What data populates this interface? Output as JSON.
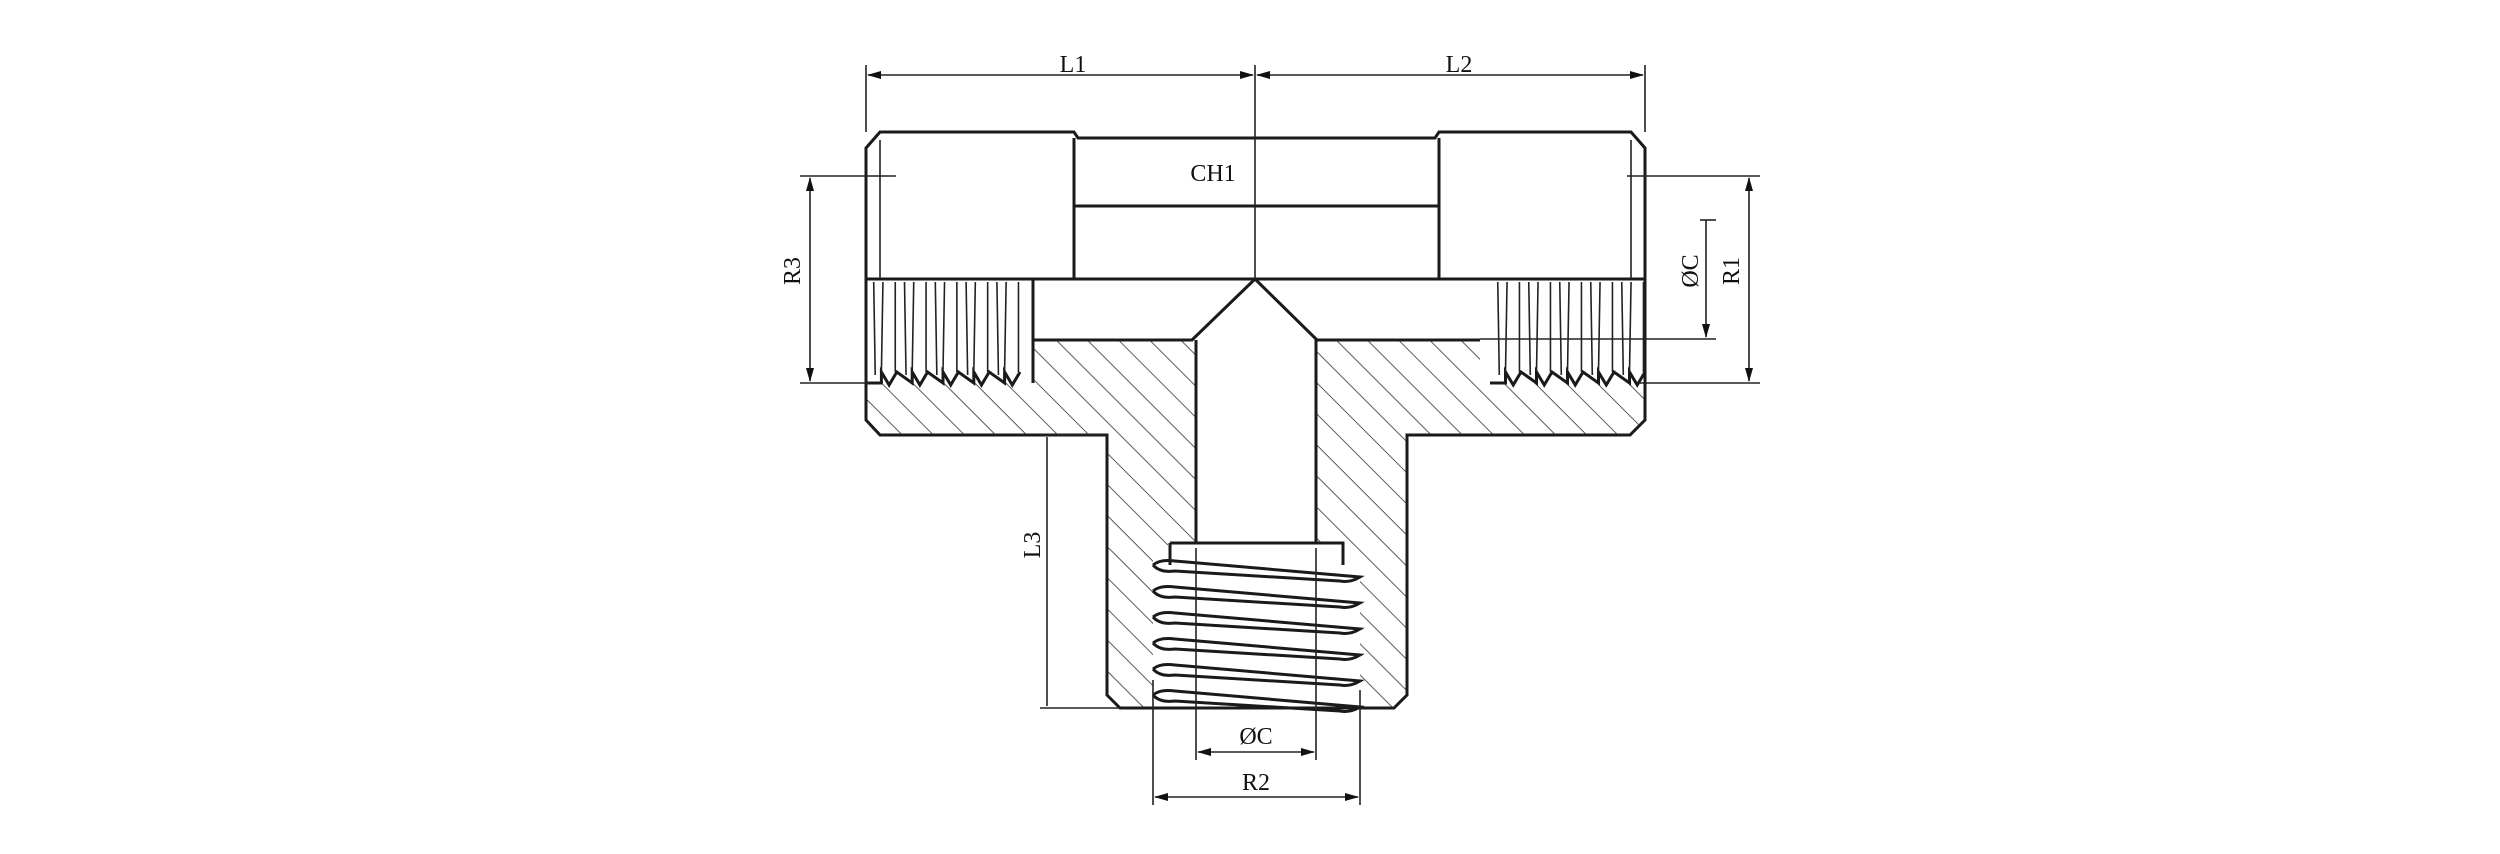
{
  "drawing": {
    "title": "Tee fitting cross-section",
    "labels": {
      "l1": "L1",
      "l2": "L2",
      "l3": "L3",
      "ch1": "CH1",
      "r1": "R1",
      "r2": "R2",
      "r3": "R3",
      "diameter_c_side": "ØC",
      "diameter_c_bottom": "ØC"
    }
  },
  "colors": {
    "line": "#1a1a1a",
    "background": "#ffffff"
  }
}
